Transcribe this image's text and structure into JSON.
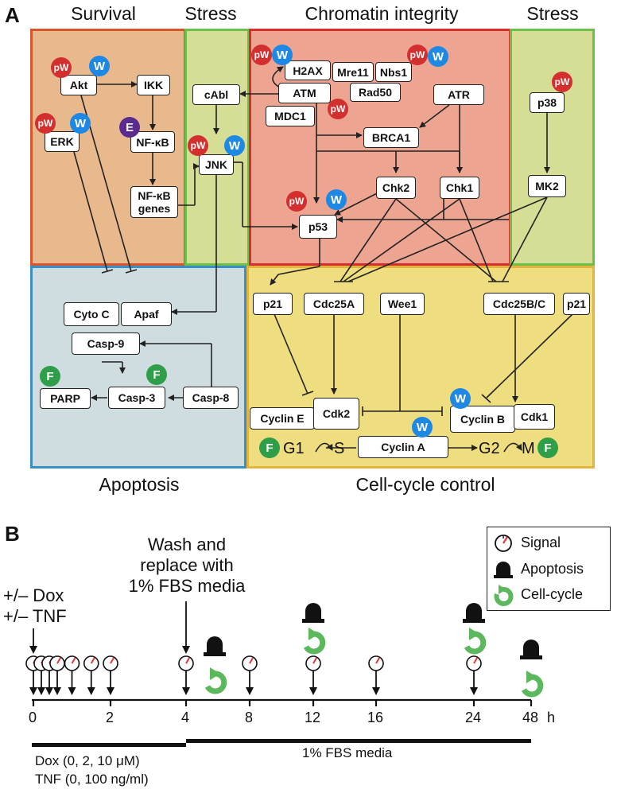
{
  "panel_a": {
    "letter": "A",
    "headers": {
      "survival": "Survival",
      "stress_left": "Stress",
      "chromatin": "Chromatin integrity",
      "stress_right": "Stress",
      "apoptosis": "Apoptosis",
      "cell_cycle": "Cell-cycle control"
    },
    "colors": {
      "survival_fill": "#e7b98c",
      "survival_border": "#d9552b",
      "stress_fill": "#d6dd95",
      "stress_border": "#6cbf4a",
      "chromatin_fill": "#eda592",
      "chromatin_border": "#d62d2d",
      "apoptosis_fill": "#cfdde0",
      "apoptosis_border": "#3a8fc4",
      "cellcycle_fill": "#efde80",
      "cellcycle_border": "#e6b43a"
    },
    "nodes": {
      "akt": "Akt",
      "ikk": "IKK",
      "erk": "ERK",
      "nfkb": "NF-κB",
      "nfkb_genes_1": "NF-κB",
      "nfkb_genes_2": "genes",
      "cabl": "cAbl",
      "jnk": "JNK",
      "h2ax": "H2AX",
      "mre11": "Mre11",
      "nbs1": "Nbs1",
      "atm": "ATM",
      "rad50": "Rad50",
      "mdc1": "MDC1",
      "atr": "ATR",
      "brca1": "BRCA1",
      "chk2": "Chk2",
      "chk1": "Chk1",
      "p53": "p53",
      "p38": "p38",
      "mk2": "MK2",
      "cytoc": "Cyto C",
      "apaf": "Apaf",
      "casp9": "Casp-9",
      "casp3": "Casp-3",
      "casp8": "Casp-8",
      "parp": "PARP",
      "p21_left": "p21",
      "cdc25a": "Cdc25A",
      "wee1": "Wee1",
      "cdc25bc": "Cdc25B/C",
      "p21_right": "p21",
      "cycline": "Cyclin E",
      "cdk2": "Cdk2",
      "cyclinb": "Cyclin B",
      "cdk1": "Cdk1",
      "cyclina": "Cyclin A"
    },
    "badges": {
      "pw": "pW",
      "w": "W",
      "f": "F",
      "e": "E"
    },
    "phases": {
      "g1": "G1",
      "s": "S",
      "g2": "G2",
      "m": "M"
    }
  },
  "panel_b": {
    "letter": "B",
    "legend": {
      "signal": "Signal",
      "apoptosis": "Apoptosis",
      "cell_cycle": "Cell-cycle"
    },
    "treatment_1": "+/– Dox",
    "treatment_2": "+/– TNF",
    "wash_1": "Wash and",
    "wash_2": "replace with",
    "wash_3": "1% FBS media",
    "ticks": [
      "0",
      "2",
      "4",
      "8",
      "12",
      "16",
      "24",
      "48"
    ],
    "unit": "h",
    "media_bar_label": "1% FBS media",
    "dox_label": "Dox (0, 2, 10 μM)",
    "tnf_label": "TNF (0, 100 ng/ml)",
    "signal_timepoints": [
      "0",
      "0.17",
      "0.33",
      "0.5",
      "1",
      "1.5",
      "2",
      "4",
      "8",
      "12",
      "16",
      "24"
    ],
    "apoptosis_timepoints": [
      "4",
      "12",
      "24",
      "48"
    ],
    "cellcycle_timepoints": [
      "4",
      "12",
      "24",
      "48"
    ]
  }
}
